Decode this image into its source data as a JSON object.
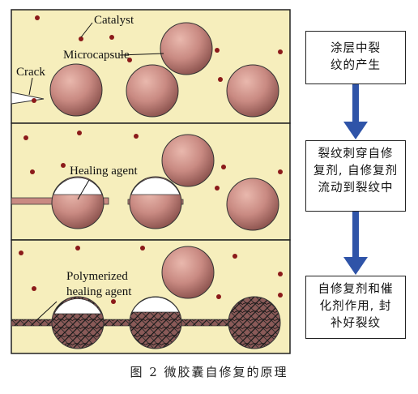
{
  "labels": {
    "catalyst": "Catalyst",
    "microcapsule": "Microcapsule",
    "crack": "Crack",
    "healing_agent": "Healing agent",
    "polymerized_line1": "Polymerized",
    "polymerized_line2": "healing agent"
  },
  "steps": [
    {
      "lines": [
        "涂层中裂",
        "纹的产生"
      ]
    },
    {
      "lines": [
        "裂纹刺穿自修",
        "复剂, 自修复剂",
        "流动到裂纹中"
      ]
    },
    {
      "lines": [
        "自修复剂和催",
        "化剂作用, 封",
        "补好裂纹"
      ]
    }
  ],
  "caption": "图 2    微胶囊自修复的原理",
  "colors": {
    "matrix": "#f6eebc",
    "capsule": "#c98a82",
    "catalyst": "#8b1a1a",
    "arrow": "#2f54a8",
    "border": "#222222"
  }
}
